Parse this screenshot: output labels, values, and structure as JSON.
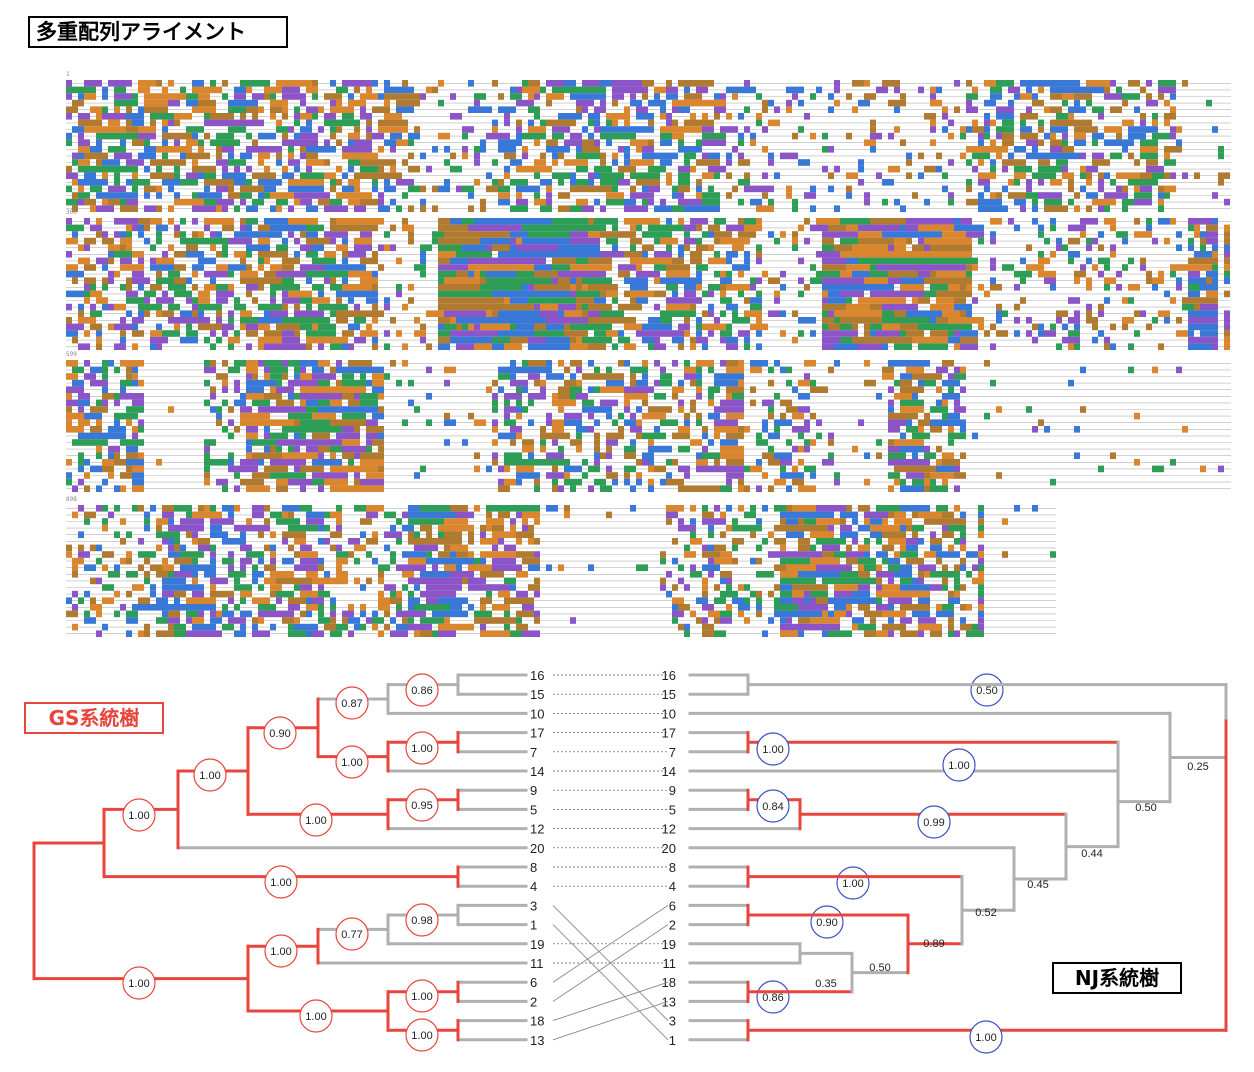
{
  "title": "多重配列アライメント",
  "alignment": {
    "block_start_labels": [
      "1",
      "300",
      "599",
      "898"
    ],
    "colors": {
      "A": "#3a78d8",
      "C": "#2e9e56",
      "G": "#8b55c8",
      "T": "#d9862e",
      "U": "#b07a30",
      "gap_line": "#b5b5b5"
    }
  },
  "gs_tree": {
    "label": "GS系統樹",
    "color_highlight": "#e8453c",
    "color_normal": "#b0b0b0",
    "leaves": [
      "16",
      "15",
      "10",
      "17",
      "7",
      "14",
      "9",
      "5",
      "12",
      "20",
      "8",
      "4",
      "3",
      "1",
      "19",
      "11",
      "6",
      "2",
      "18",
      "13"
    ],
    "supports": [
      "0.86",
      "0.87",
      "1.00",
      "1.00",
      "0.90",
      "0.95",
      "1.00",
      "1.00",
      "1.00",
      "1.00",
      "0.98",
      "0.77",
      "1.00",
      "1.00",
      "1.00",
      "1.00",
      "1.00"
    ]
  },
  "nj_tree": {
    "label": "NJ系統樹",
    "circle_color": "#3d4fc4",
    "leaves": [
      "16",
      "15",
      "10",
      "17",
      "7",
      "14",
      "9",
      "5",
      "12",
      "20",
      "8",
      "4",
      "6",
      "2",
      "19",
      "11",
      "18",
      "13",
      "3",
      "1"
    ],
    "supports": [
      "0.50",
      "1.00",
      "1.00",
      "0.84",
      "0.99",
      "1.00",
      "0.90",
      "0.86",
      "1.00",
      "0.25",
      "0.50",
      "0.44",
      "0.45",
      "0.52",
      "0.89",
      "0.50",
      "0.35"
    ]
  }
}
